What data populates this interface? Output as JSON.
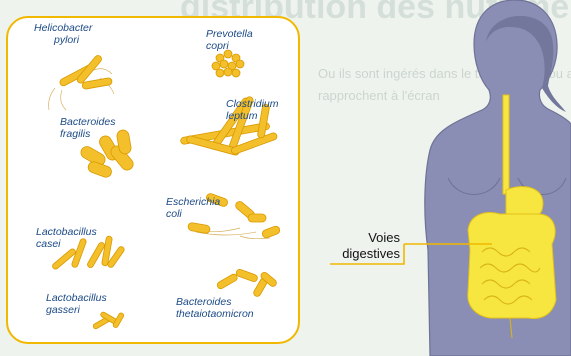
{
  "heading_faded": "distribution des nutriments",
  "faded_lines": [
    "Ou ils sont ingérés dans le tube digestif ou absorbés",
    "rapprochent à l'écran"
  ],
  "bacteria": [
    {
      "genus": "Helicobacter",
      "species": "pylori"
    },
    {
      "genus": "Prevotella",
      "species": "copri"
    },
    {
      "genus": "Clostridium",
      "species": "leptum"
    },
    {
      "genus": "Bacteroides",
      "species": "fragilis"
    },
    {
      "genus": "Escherichia",
      "species": "coli"
    },
    {
      "genus": "Lactobacillus",
      "species": "casei"
    },
    {
      "genus": "Lactobacillus",
      "species": "gasseri"
    },
    {
      "genus": "Bacteroides",
      "species": "thetaiotaomicron"
    }
  ],
  "callout": {
    "line1": "Voies",
    "line2": "digestives"
  },
  "colors": {
    "bacteria": "#f3bf2a",
    "panel_border": "#f1b800",
    "label_text": "#1c4a86",
    "body": "#8a8db4",
    "digestive_tract": "#f7e640"
  }
}
